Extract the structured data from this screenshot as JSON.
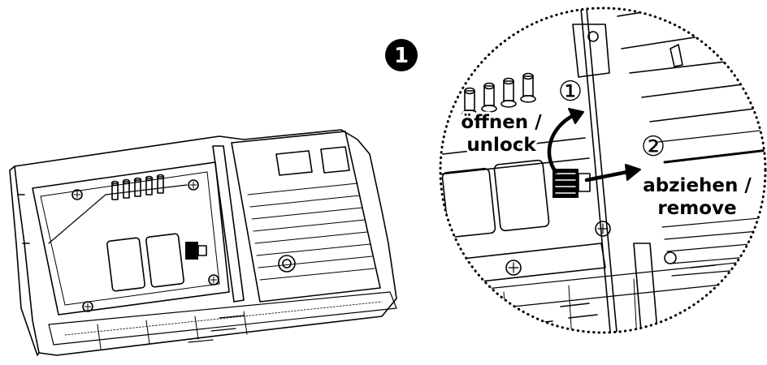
{
  "step": {
    "number": "1",
    "number_style": "filled-circle"
  },
  "callouts": {
    "first": {
      "marker": "①",
      "line1": "öffnen /",
      "line2": "unlock"
    },
    "second": {
      "marker": "②",
      "line1": "abziehen /",
      "line2": "remove"
    }
  },
  "colors": {
    "ink": "#000000",
    "background": "#ffffff"
  }
}
